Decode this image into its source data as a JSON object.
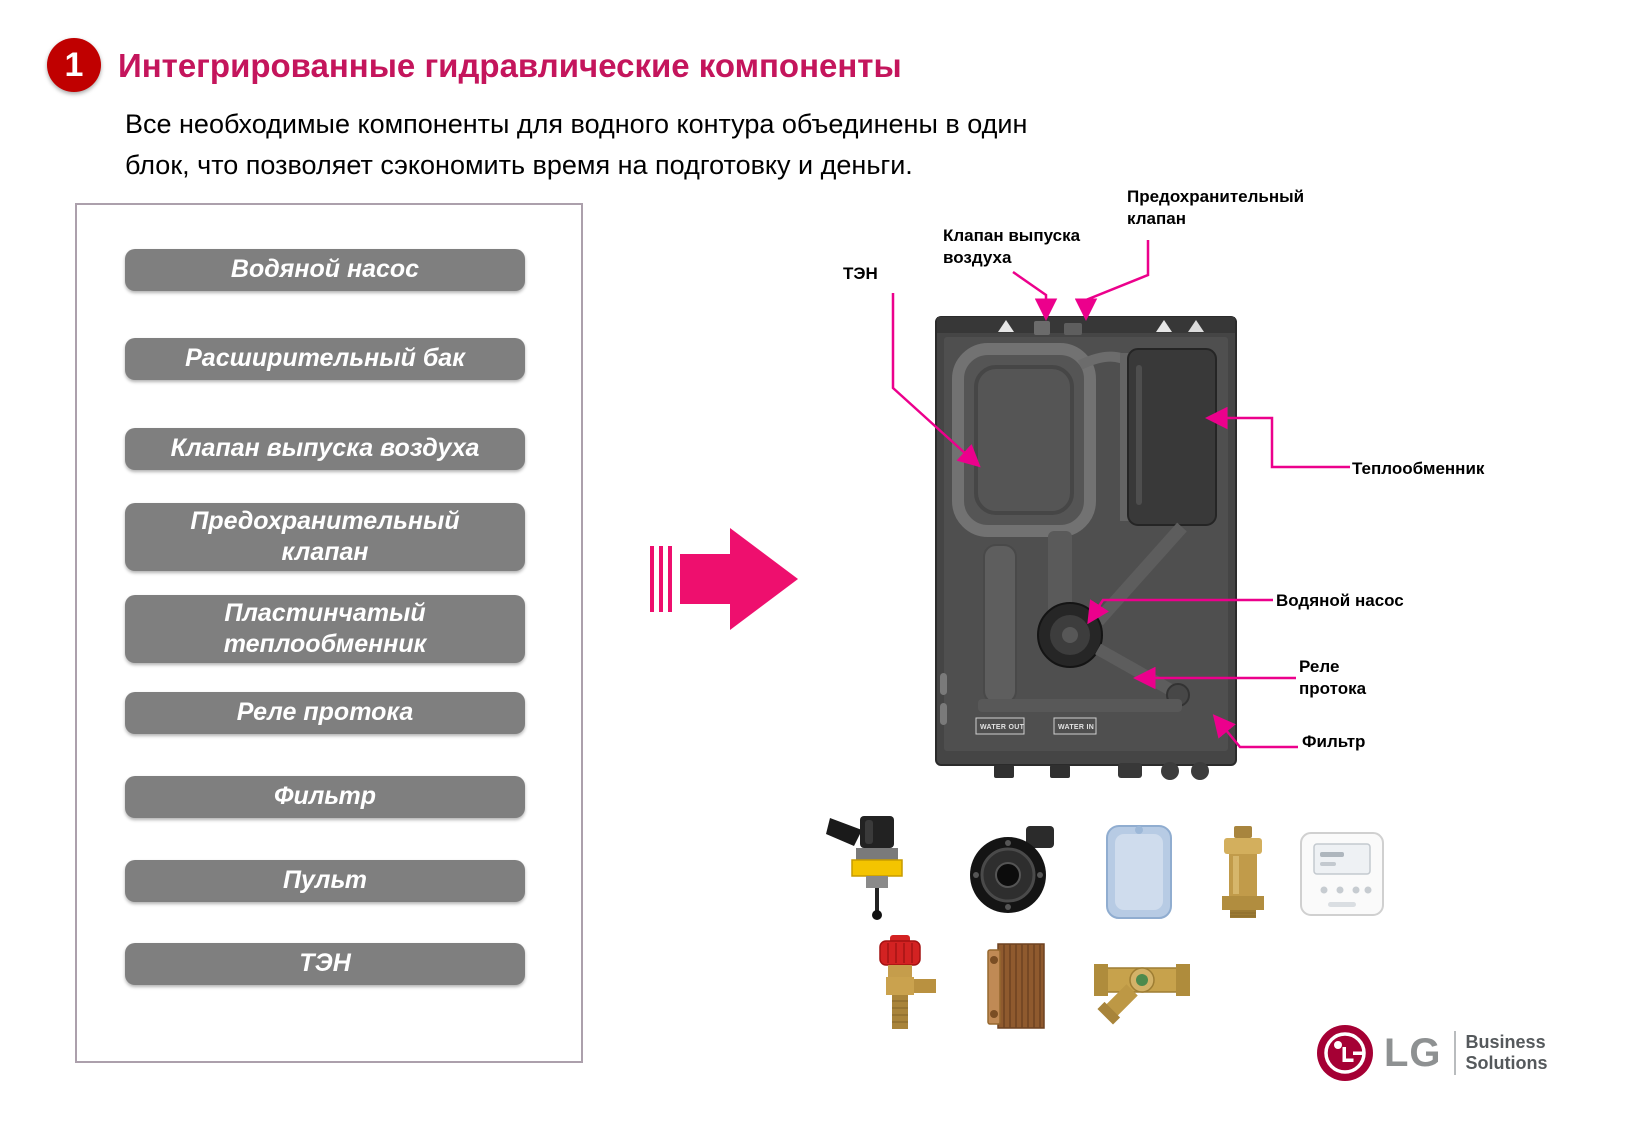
{
  "colors": {
    "badge_red": "#C00000",
    "title_crimson": "#C4155C",
    "button_gray": "#7F7F7F",
    "panel_border": "#ACA0AC",
    "arrow_pink": "#EE0F6E",
    "callout_magenta": "#EC008C",
    "logo_magenta": "#A50034"
  },
  "header": {
    "badge": "1",
    "title": "Интегрированные гидравлические компоненты",
    "subtitle_line1": "Все необходимые компоненты для водного контура объединены в один",
    "subtitle_line2": "блок, что позволяет сэкономить время на подготовку и деньги."
  },
  "components": {
    "items": [
      "Водяной насос",
      "Расширительный бак",
      "Клапан выпуска воздуха",
      "Предохранительный клапан",
      "Пластинчатый теплообменник",
      "Реле протока",
      "Фильтр",
      "Пульт",
      "ТЭН"
    ]
  },
  "diagram": {
    "callouts": {
      "heater": "ТЭН",
      "air_vent": "Клапан выпуска воздуха",
      "safety_valve": "Предохранительный клапан",
      "heat_exchanger": "Теплообменник",
      "water_pump": "Водяной насос",
      "flow_switch": "Реле протока",
      "filter": "Фильтр"
    },
    "unit_labels": {
      "water_out": "WATER OUT",
      "water_in": "WATER IN"
    }
  },
  "products": {
    "icons": [
      "flow-switch-photo",
      "water-pump-photo",
      "expansion-tank-photo",
      "air-vent-valve-photo",
      "controller-photo",
      "safety-valve-photo",
      "plate-heat-exchanger-photo",
      "y-strainer-filter-photo"
    ]
  },
  "logo": {
    "brand": "LG",
    "line1": "Business",
    "line2": "Solutions"
  }
}
